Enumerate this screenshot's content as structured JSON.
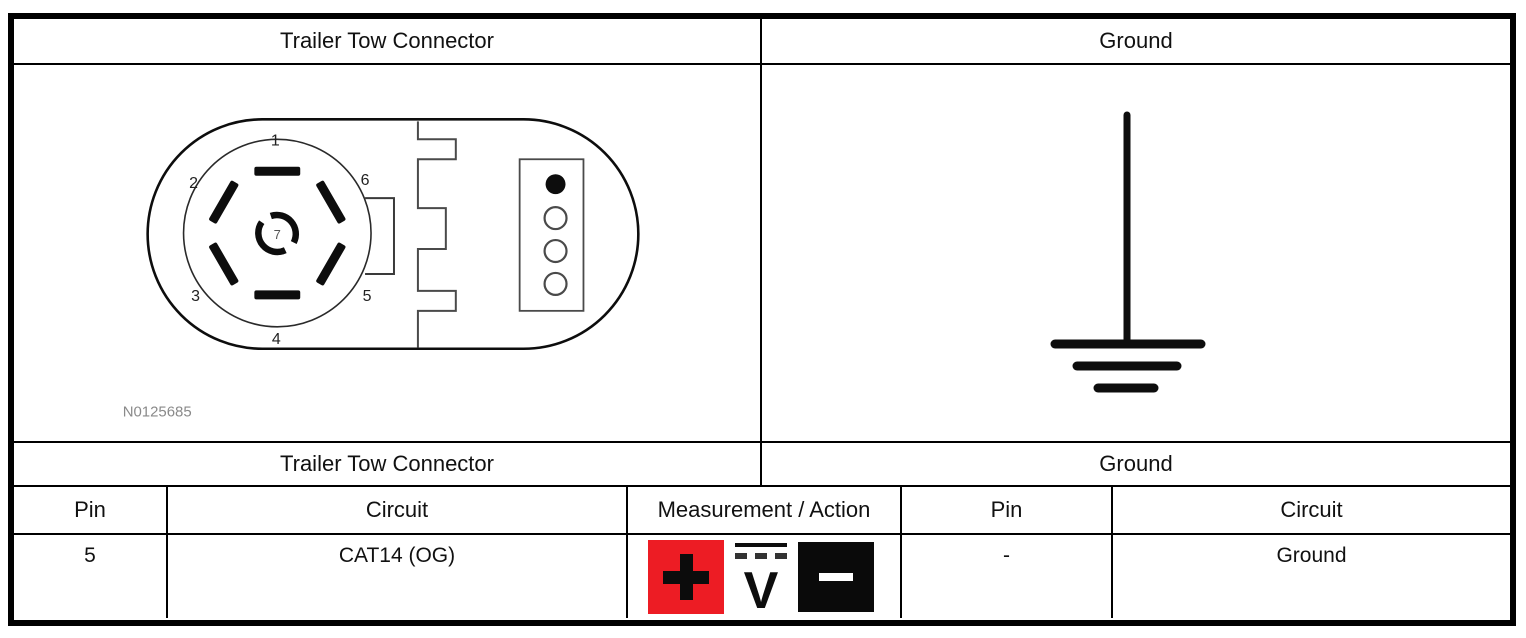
{
  "connector_section": {
    "title": "Trailer Tow Connector",
    "table_title": "Trailer Tow Connector",
    "figure_id": "N0125685",
    "pin_labels": {
      "p1": "1",
      "p2": "2",
      "p3": "3",
      "p4": "4",
      "p5": "5",
      "p6": "6",
      "p7": "7"
    },
    "columns": {
      "pin": "Pin",
      "circuit": "Circuit",
      "measurement": "Measurement / Action"
    },
    "row": {
      "pin": "5",
      "circuit": "CAT14 (OG)"
    }
  },
  "ground_section": {
    "title": "Ground",
    "table_title": "Ground",
    "columns": {
      "pin": "Pin",
      "circuit": "Circuit"
    },
    "row": {
      "pin": "-",
      "circuit": "Ground"
    }
  },
  "measurement_icons": {
    "positive_probe": "red square with plus sign",
    "meter_letter": "V",
    "negative_probe": "black square with minus sign"
  },
  "colors": {
    "positive_red": "#ed1c24",
    "negative_black": "#0a0a0a",
    "line_black": "#000000"
  }
}
